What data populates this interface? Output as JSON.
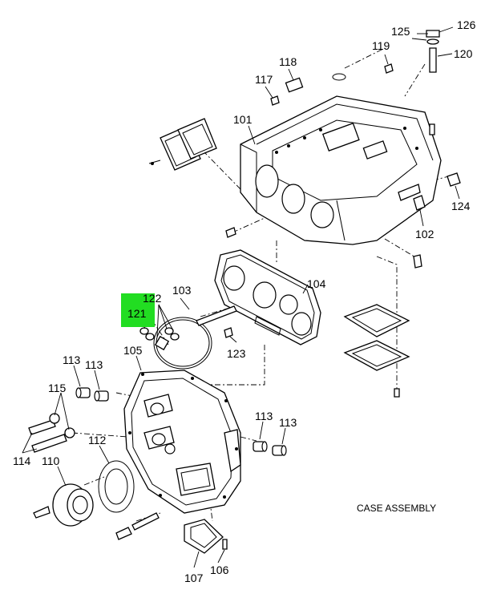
{
  "title": "CASE ASSEMBLY",
  "highlight": {
    "label": "121",
    "color": "#22dd22"
  },
  "callouts": {
    "c101": "101",
    "c102": "102",
    "c103": "103",
    "c104": "104",
    "c105": "105",
    "c106": "106",
    "c107": "107",
    "c110": "110",
    "c112": "112",
    "c113a": "113",
    "c113b": "113",
    "c113c": "113",
    "c113d": "113",
    "c114": "114",
    "c115": "115",
    "c117": "117",
    "c118": "118",
    "c119": "119",
    "c120": "120",
    "c122": "122",
    "c123": "123",
    "c124": "124",
    "c125": "125",
    "c126": "126"
  }
}
